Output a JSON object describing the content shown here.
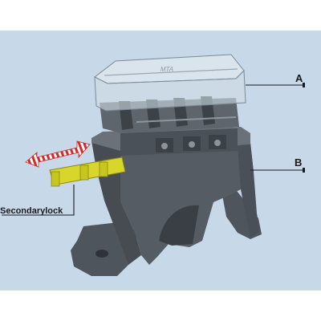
{
  "labels": {
    "cover": "A",
    "base": "B",
    "secondary_lock": "Secondarylock",
    "cover_logo": "MTA"
  },
  "colors": {
    "background": "#c7d8e8",
    "housing": "#565c64",
    "housing_dark": "#3f444b",
    "housing_light": "#70777f",
    "cover": "#dbe5ec",
    "lock": "#d8d62a",
    "arrow": "#d42a2a"
  }
}
